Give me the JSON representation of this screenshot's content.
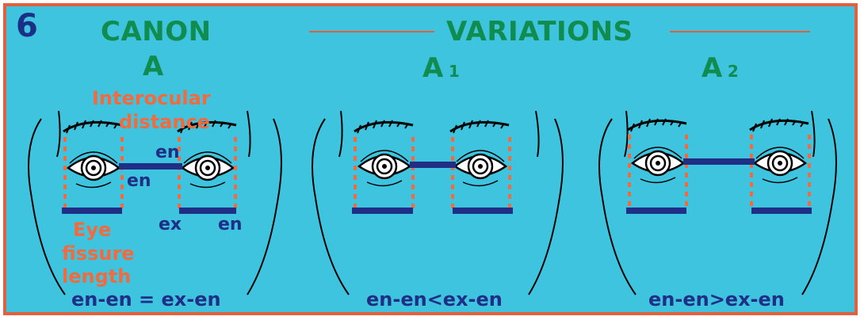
{
  "figure": {
    "number": "6",
    "canon": {
      "title": "CANON",
      "label": "A"
    },
    "variations": {
      "title": "VARIATIONS",
      "label_a1": "A",
      "sub_a1": "1",
      "label_a2": "A",
      "sub_a2": "2"
    },
    "annotations": {
      "interocular_line1": "Interocular",
      "interocular_line2": "distance",
      "en_upper": "en",
      "en_lower": "en",
      "ex": "ex",
      "en_right": "en",
      "eye_line1": "Eye",
      "eye_line2": "fissure",
      "eye_line3": "length"
    },
    "formulas": {
      "canon": "en-en = ex-en",
      "a1": "en-en<ex-en",
      "a2": "en-en>ex-en"
    }
  },
  "colors": {
    "panel": "#3fc4df",
    "border": "#e2603e",
    "navy": "#1f2f86",
    "green": "#0f8c4e",
    "dotted": "#f26a3d"
  }
}
